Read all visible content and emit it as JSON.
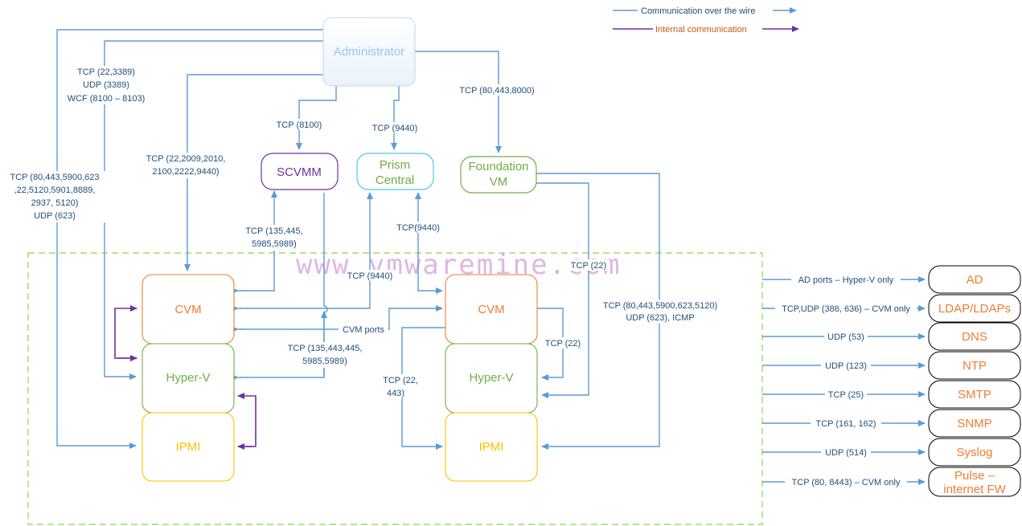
{
  "legend": {
    "wire": "Communication over the wire",
    "internal": "Internal communication"
  },
  "watermark": "www.vmwaremine.com",
  "nodes": {
    "administrator": "Administrator",
    "scvmm": "SCVMM",
    "prism_central": [
      "Prism",
      "Central"
    ],
    "foundation_vm": [
      "Foundation",
      "VM"
    ],
    "left_cvm": "CVM",
    "left_hyperv": "Hyper-V",
    "left_ipmi": "IPMI",
    "right_cvm": "CVM",
    "right_hyperv": "Hyper-V",
    "right_ipmi": "IPMI"
  },
  "port_labels": {
    "admin_rdp": [
      "TCP (22,3389)",
      "UDP (3389)",
      "WCF (8100 – 8103)"
    ],
    "admin_ipmi": [
      "TCP (80,443,5900,623",
      ",22,5120,5901,8889,",
      "2937, 5120)",
      "UDP (623)"
    ],
    "admin_cvm": [
      "TCP (22,2009,2010,",
      "2100,2222,9440)"
    ],
    "admin_scvmm": "TCP (8100)",
    "admin_prism": "TCP (9440)",
    "admin_foundation": "TCP (80,443,8000)",
    "scvmm_cvm": [
      "TCP (135,445,",
      "5985,5989)"
    ],
    "prism_left_cvm": "TCP (9440)",
    "prism_right_cvm": "TCP(9440)",
    "cvm_ports": "CVM ports",
    "scvmm_hyperv": [
      "TCP (135,443,445,",
      "5985,5989)"
    ],
    "foundation_hyperv": "TCP (22)",
    "foundation_ipmi": [
      "TCP (80,443,5900,623,5120)",
      "UDP (623), ICMP"
    ],
    "cvm_hyperv_right": "TCP (22)",
    "cvm_ipmi_right": [
      "TCP (22,",
      "443)"
    ]
  },
  "services": [
    {
      "name": "AD",
      "ports": "AD ports – Hyper-V only"
    },
    {
      "name": "LDAP/LDAPs",
      "ports": "TCP,UDP (386, 636) – CVM only"
    },
    {
      "name": "DNS",
      "ports": "UDP (53)"
    },
    {
      "name": "NTP",
      "ports": "UDP (123)"
    },
    {
      "name": "SMTP",
      "ports": "TCP (25)"
    },
    {
      "name": "SNMP",
      "ports": "TCP (161, 162)"
    },
    {
      "name": "Syslog",
      "ports": "UDP (514)"
    },
    {
      "name": [
        "Pulse –",
        "internet FW"
      ],
      "ports": "TCP (80, 8443) – CVM only"
    }
  ],
  "colors": {
    "wire": "#5b9bd5",
    "internal": "#7030a0",
    "label_text": "#1f4e79",
    "cvm": "#ed7d31",
    "hyperv": "#70ad47",
    "ipmi": "#ffc000",
    "scvmm": "#7030a0",
    "prism": "#4bc8e8",
    "foundation": "#70ad47",
    "admin_text": "#9dc3e6",
    "cluster_border": "#92d050",
    "service_text": "#ed7d31"
  }
}
